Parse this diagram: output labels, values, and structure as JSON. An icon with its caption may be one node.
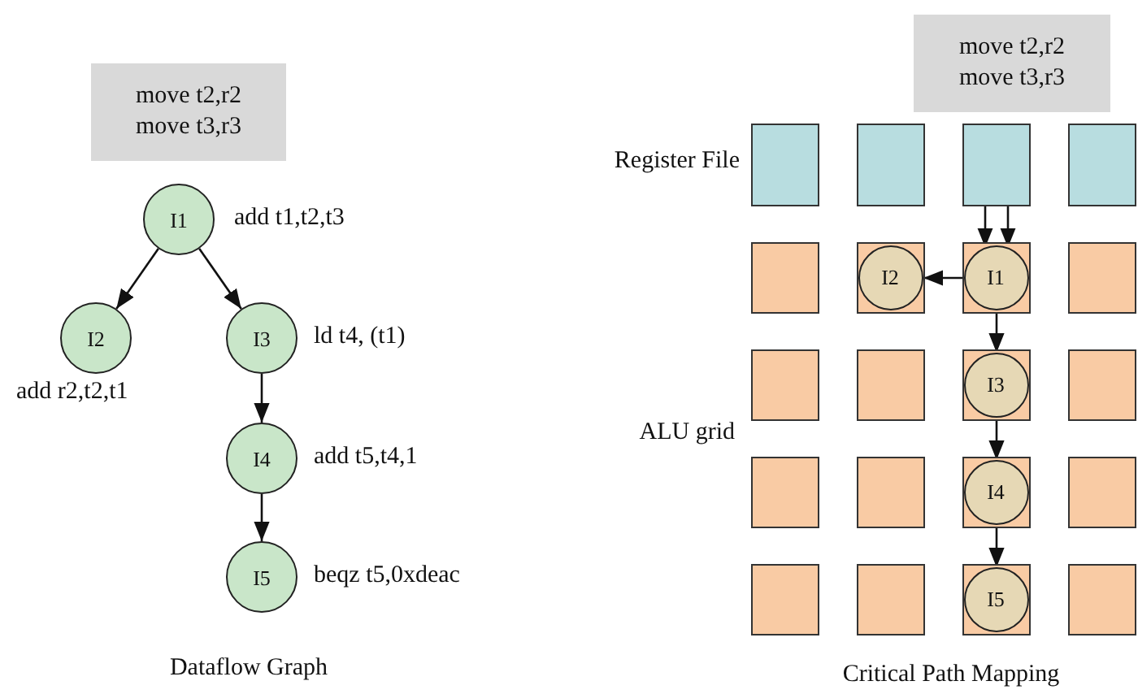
{
  "diagram": {
    "nodes": [
      {
        "text": [
          "move t2,r2",
          "move t3,r3"
        ]
      },
      {
        "text": [
          "I1"
        ],
        "beside": [
          "add t1,t2,t3"
        ]
      },
      {
        "text": [
          "I2"
        ],
        "beside": [
          "add r2,t2,t1"
        ]
      },
      {
        "text": [
          "I3"
        ],
        "beside": [
          "ld t4, (t1)"
        ]
      },
      {
        "text": [
          "I4"
        ],
        "beside": [
          "add t5,t4,1"
        ]
      },
      {
        "text": [
          "I5"
        ],
        "beside": [
          "beqz t5,0xdeac"
        ]
      },
      {
        "text": [
          "move t2,r2",
          "move t3,r3"
        ]
      },
      {
        "text": [],
        "shape": "box"
      },
      {
        "text": [],
        "shape": "box"
      },
      {
        "text": [],
        "shape": "box"
      },
      {
        "text": [],
        "shape": "box"
      },
      {
        "text": [],
        "shape": "box"
      },
      {
        "text": [],
        "shape": "box"
      },
      {
        "text": [],
        "shape": "box"
      },
      {
        "text": [],
        "shape": "box"
      },
      {
        "text": [],
        "shape": "box"
      },
      {
        "text": [],
        "shape": "box"
      },
      {
        "text": [],
        "shape": "box"
      },
      {
        "text": [],
        "shape": "box"
      },
      {
        "text": [],
        "shape": "box"
      },
      {
        "text": [],
        "shape": "box"
      },
      {
        "text": [],
        "shape": "box"
      },
      {
        "text": [],
        "shape": "box"
      },
      {
        "text": [],
        "shape": "box"
      },
      {
        "text": [],
        "shape": "box"
      },
      {
        "text": [],
        "shape": "box"
      },
      {
        "text": [],
        "shape": "box"
      },
      {
        "text": [
          "I2"
        ],
        "in": 12
      },
      {
        "text": [
          "I1"
        ],
        "in": 13
      },
      {
        "text": [
          "I3"
        ],
        "in": 17
      },
      {
        "text": [
          "I4"
        ],
        "in": 21
      },
      {
        "text": [
          "I5"
        ],
        "in": 25
      }
    ],
    "edges": [
      {
        "from": 1,
        "to": 2,
        "arrow": "to"
      },
      {
        "from": 1,
        "to": 3,
        "arrow": "to"
      },
      {
        "from": 3,
        "to": 4,
        "arrow": "to"
      },
      {
        "from": 4,
        "to": 5,
        "arrow": "to"
      },
      {
        "from": 9,
        "to": 28,
        "arrow": "to"
      },
      {
        "from": 9,
        "to": 28,
        "arrow": "to"
      },
      {
        "from": 28,
        "to": 27,
        "arrow": "to"
      },
      {
        "from": 28,
        "to": 29,
        "arrow": "to"
      },
      {
        "from": 29,
        "to": 30,
        "arrow": "to"
      },
      {
        "from": 30,
        "to": 31,
        "arrow": "to"
      }
    ],
    "labels": [
      "Register File",
      "ALU grid",
      "Dataflow Graph",
      "Critical Path Mapping"
    ]
  }
}
